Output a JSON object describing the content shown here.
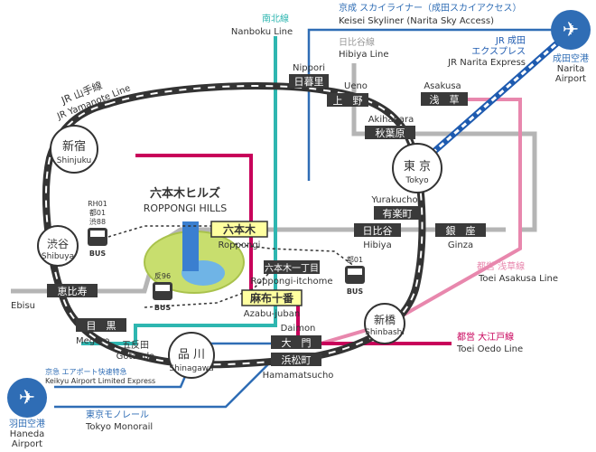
{
  "lines": {
    "yamanote": {
      "ja": "JR 山手線",
      "en": "JR Yamanote Line"
    },
    "nanboku": {
      "ja": "南北線",
      "en": "Nanboku Line"
    },
    "keisei": {
      "ja": "京成 スカイライナー（成田スカイアクセス）",
      "en": "Keisei Skyliner (Narita Sky Access)"
    },
    "hibiya": {
      "ja": "日比谷線",
      "en": "Hibiya Line"
    },
    "narita_express": {
      "ja1": "JR 成田",
      "ja2": "エクスプレス",
      "en": "JR Narita Express"
    },
    "asakusa": {
      "ja": "都営 浅草線",
      "en": "Toei Asakusa Line"
    },
    "oedo": {
      "ja": "都営 大江戸線",
      "en": "Toei Oedo Line"
    },
    "keikyu": {
      "ja": "京急 エアポート快速特急",
      "en": "Keikyu Airport Limited Express"
    },
    "monorail": {
      "ja": "東京モノレール",
      "en": "Tokyo Monorail"
    }
  },
  "colors": {
    "yamanote": "#333333",
    "nanboku": "#2eb6b0",
    "keisei": "#2f6db5",
    "hibiya": "#b5b5b5",
    "narita_express": "#1e5bb0",
    "asakusa": "#e887ad",
    "oedo": "#c8005a",
    "monorail": "#2f6db5",
    "station_box": "#3a3a3a",
    "highlight_box": "#ffffa0"
  },
  "stations": {
    "nippori": {
      "ja": "日暮里",
      "en": "Nippori"
    },
    "ueno": {
      "ja": "上　野",
      "en": "Ueno"
    },
    "akihabara": {
      "ja": "秋葉原",
      "en": "Akihabara"
    },
    "asakusa": {
      "ja": "浅　草",
      "en": "Asakusa"
    },
    "tokyo": {
      "ja": "東 京",
      "en": "Tokyo"
    },
    "yurakucho": {
      "ja": "有楽町",
      "en": "Yurakucho"
    },
    "hibiya": {
      "ja": "日比谷",
      "en": "Hibiya"
    },
    "ginza": {
      "ja": "銀　座",
      "en": "Ginza"
    },
    "shinjuku": {
      "ja": "新宿",
      "en": "Shinjuku"
    },
    "shibuya": {
      "ja": "渋谷",
      "en": "Shibuya"
    },
    "ebisu": {
      "ja": "恵比寿",
      "en": "Ebisu"
    },
    "meguro": {
      "ja": "目　黒",
      "en": "Meguro"
    },
    "gotanda": {
      "ja": "五反田",
      "en": "Gotanda"
    },
    "shinagawa": {
      "ja": "品 川",
      "en": "Shinagawa"
    },
    "roppongi": {
      "ja": "六本木",
      "en": "Roppongi"
    },
    "roppongi_itchome": {
      "ja": "六本木一丁目",
      "en": "Roppongi-itchome"
    },
    "azabu_juban": {
      "ja": "麻布十番",
      "en": "Azabu-juban"
    },
    "daimon": {
      "ja": "大　門",
      "en": "Daimon"
    },
    "hamamatsucho": {
      "ja": "浜松町",
      "en": "Hamamatsucho"
    },
    "shinbashi": {
      "ja": "新橋",
      "en": "Shinbashi"
    }
  },
  "airports": {
    "narita": {
      "ja": "成田空港",
      "en1": "Narita",
      "en2": "Airport"
    },
    "haneda": {
      "ja": "羽田空港",
      "en1": "Haneda",
      "en2": "Airport"
    }
  },
  "landmark": {
    "ja": "六本木ヒルズ",
    "en": "ROPPONGI HILLS"
  },
  "buses": {
    "shibuya_routes": [
      "RH01",
      "都01",
      "渋88"
    ],
    "hills_route": "反96",
    "right_route": "都01",
    "label": "BUS"
  }
}
